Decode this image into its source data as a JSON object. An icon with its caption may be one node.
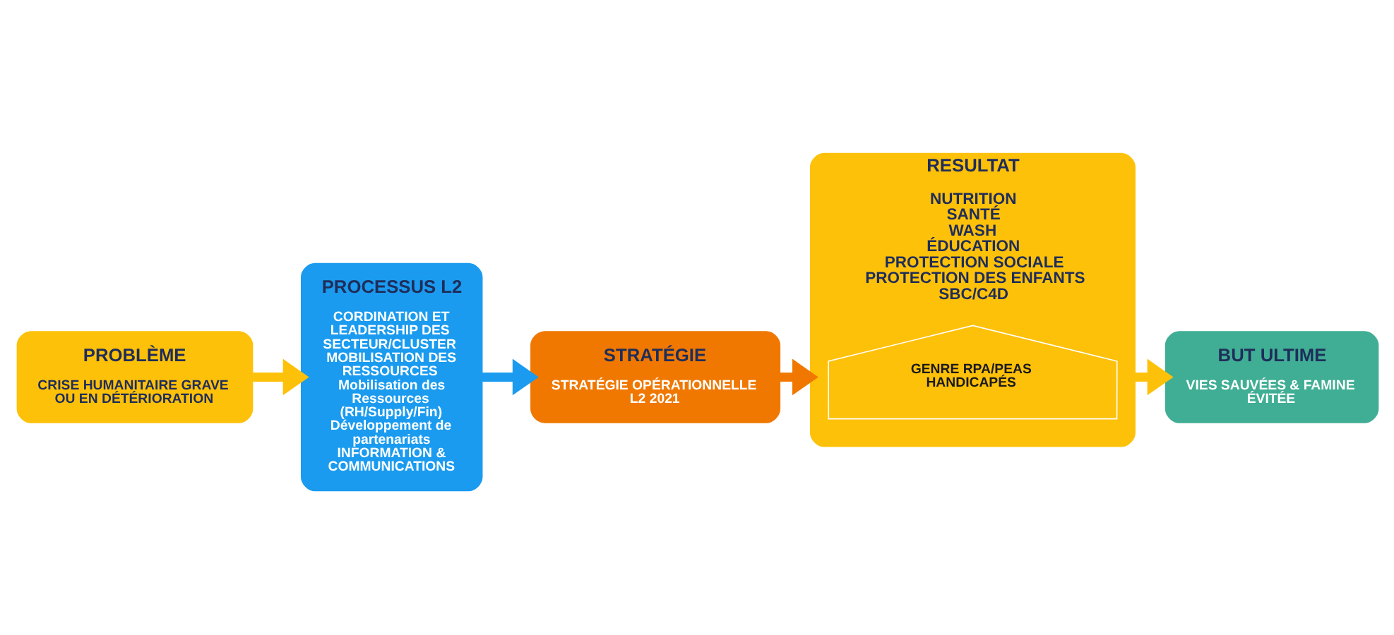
{
  "diagram": {
    "nodes": [
      {
        "text": [
          "PROBLÈME",
          "CRISE HUMANITAIRE GRAVE OU EN DÉTÉRIORATION"
        ]
      },
      {
        "text": [
          "PROCESSUS L2",
          "CORDINATION ET LEADERSHIP DES SECTEUR/CLUSTER",
          "MOBILISATION DES RESSOURCES",
          "Mobilisation des Ressources (RH/Supply/Fin)",
          "Développement de partenariats",
          "INFORMATION & COMMUNICATIONS"
        ]
      },
      {
        "text": [
          "STRATÉGIE",
          "STRATÉGIE OPÉRATIONNELLE",
          "L2 2021"
        ]
      },
      {
        "text": [
          "RESULTAT",
          "NUTRITION",
          "SANTÉ",
          "WASH",
          "ÉDUCATION",
          "PROTECTION SOCIALE",
          "PROTECTION DES ENFANTS",
          "SBC/C4D"
        ]
      },
      {
        "text": [
          "GENRE RPA/PEAS HANDICAPÉS"
        ],
        "in": 3
      },
      {
        "text": [
          "BUT ULTIME",
          "VIES SAUVÉES & FAMINE ÉVITÉE"
        ]
      }
    ],
    "edges": [
      {
        "from": 0,
        "to": 1,
        "arrow": "to"
      },
      {
        "from": 1,
        "to": 2,
        "arrow": "to",
        "color": "#1a9bef"
      },
      {
        "from": 2,
        "to": 3,
        "arrow": "to",
        "color": "#f07800"
      },
      {
        "from": 3,
        "to": 5,
        "arrow": "to"
      }
    ]
  }
}
